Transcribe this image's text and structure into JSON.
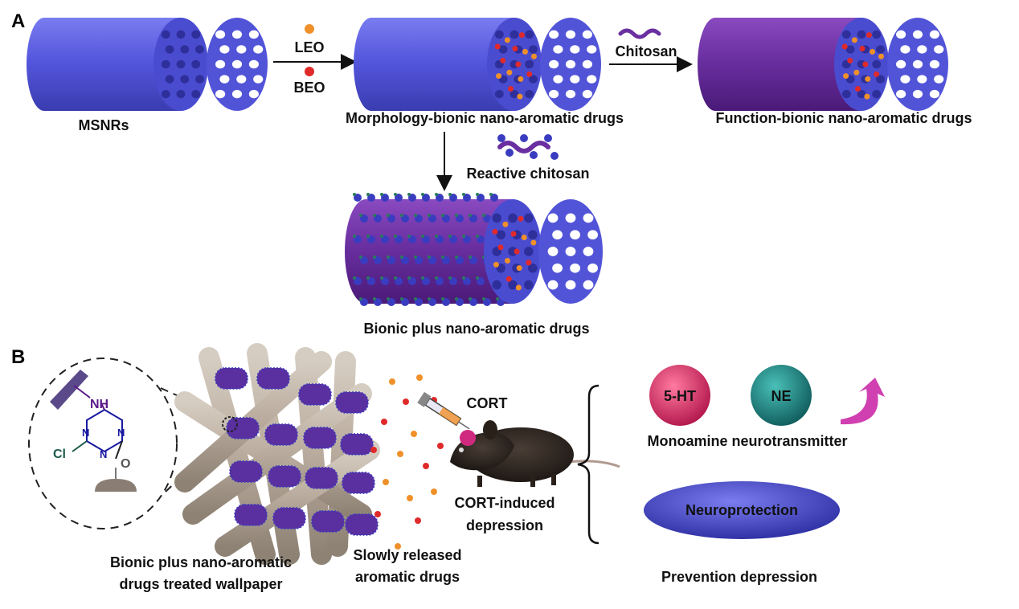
{
  "panels": {
    "a": "A",
    "b": "B"
  },
  "panel_a": {
    "msnrs": "MSNRs",
    "leo": "LEO",
    "beo": "BEO",
    "morphology": "Morphology-bionic nano-aromatic drugs",
    "chitosan": "Chitosan",
    "function": "Function-bionic nano-aromatic drugs",
    "reactive_chitosan": "Reactive chitosan",
    "bionic_plus": "Bionic plus nano-aromatic drugs"
  },
  "panel_b": {
    "chem_nh": "NH",
    "chem_cl": "Cl",
    "chem_o": "O",
    "chem_n": "N",
    "cort": "CORT",
    "five_ht": "5-HT",
    "ne": "NE",
    "monoamine": "Monoamine neurotransmitter",
    "neuroprotection": "Neuroprotection",
    "cort_induced_1": "CORT-induced",
    "cort_induced_2": "depression",
    "slowly_1": "Slowly released",
    "slowly_2": "aromatic drugs",
    "wallpaper_1": "Bionic plus nano-aromatic",
    "wallpaper_2": "drugs treated wallpaper",
    "prevention": "Prevention depression"
  },
  "colors": {
    "rod_blue": "#5a5ce0",
    "rod_purple": "#6a2fa0",
    "leo_orange": "#f0902a",
    "beo_red": "#e02a2a",
    "serotonin": "#e0306a",
    "ne_teal": "#1f8a8a",
    "arrow_magenta": "#d040b0",
    "wallpaper_grey": "#b8aa9c",
    "chem_blue": "#1a1aa0",
    "chem_green": "#1a5a4a",
    "chem_purple": "#5a1a8a"
  }
}
